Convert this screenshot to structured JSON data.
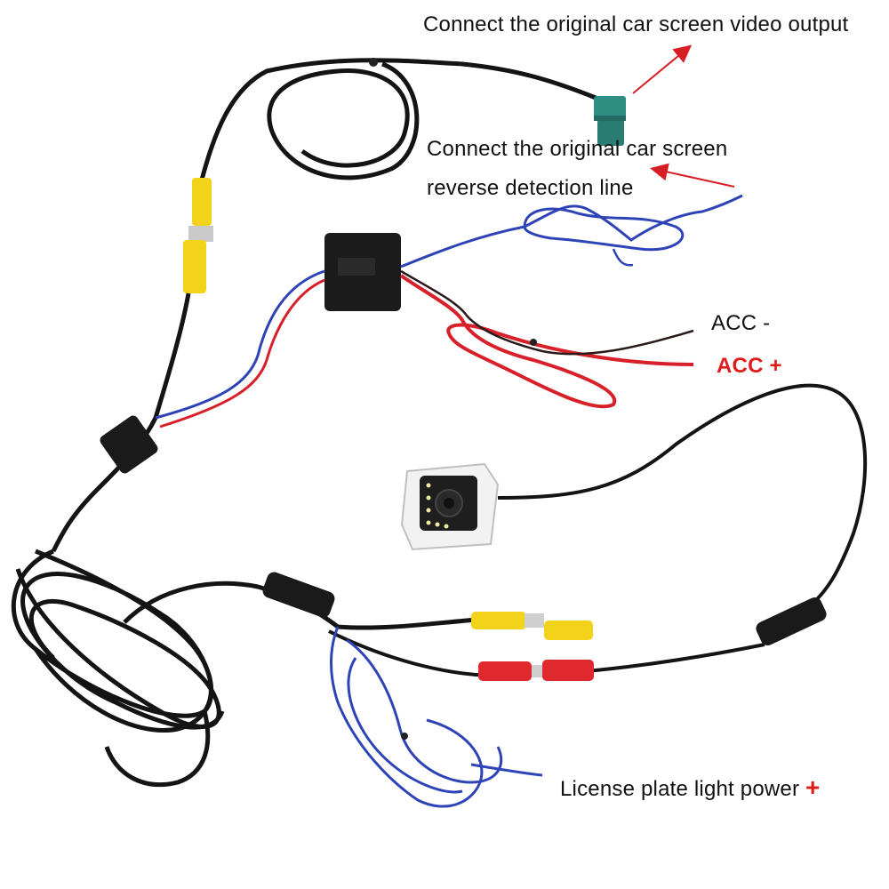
{
  "labels": {
    "video_output": "Connect the original car screen video output",
    "reverse_line_1": "Connect the original car screen",
    "reverse_line_2": "reverse detection line",
    "acc_minus": "ACC -",
    "acc_plus": "ACC +",
    "license_text": "License plate light power",
    "license_plus": "+"
  },
  "colors": {
    "black_cable": "#141414",
    "blue_wire": "#2e44b6",
    "red_wire": "#d8202a",
    "yellow_plug": "#f3d21a",
    "red_plug": "#e0282f",
    "teal_connector": "#2f8d82",
    "arrow_red": "#d81e25",
    "acc_plus_text": "#e01b1b",
    "plus_sign": "#e01b1b"
  },
  "icons": {
    "arrow": "red-arrow-icon",
    "camera": "camera-icon"
  }
}
